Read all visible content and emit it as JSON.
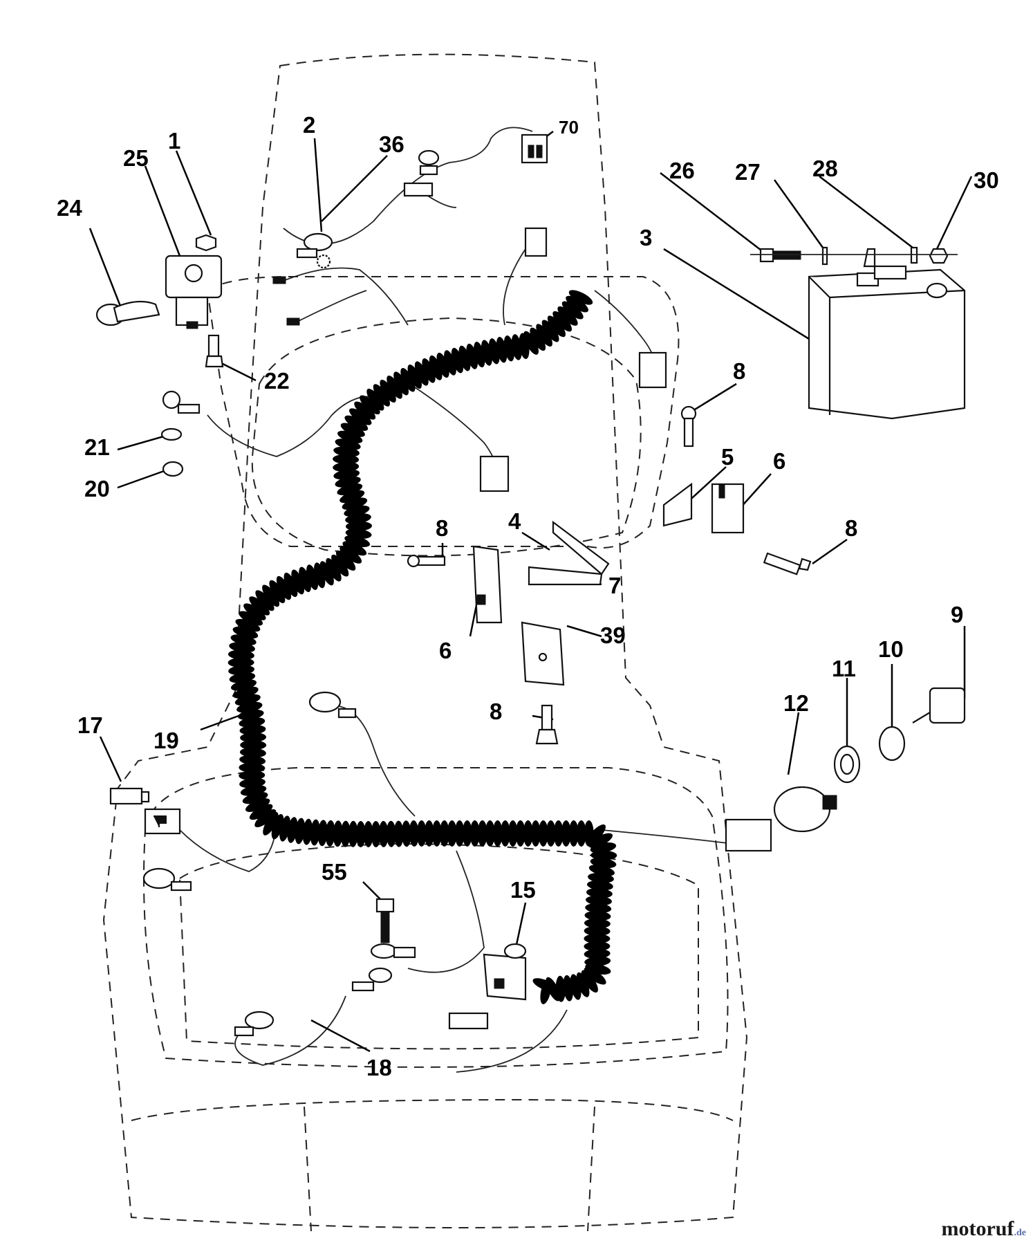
{
  "diagram": {
    "callouts": {
      "c1": "1",
      "c2": "2",
      "c3": "3",
      "c4": "4",
      "c5": "5",
      "c6a": "6",
      "c6b": "6",
      "c7": "7",
      "c8a": "8",
      "c8b": "8",
      "c8c": "8",
      "c8d": "8",
      "c9": "9",
      "c10": "10",
      "c11": "11",
      "c12": "12",
      "c15": "15",
      "c17": "17",
      "c18": "18",
      "c19": "19",
      "c20": "20",
      "c21": "21",
      "c22": "22",
      "c24": "24",
      "c25": "25",
      "c26": "26",
      "c27": "27",
      "c28": "28",
      "c30": "30",
      "c36": "36",
      "c39": "39",
      "c55": "55",
      "c70": "70"
    }
  },
  "watermark": {
    "brand": "motoruf",
    "suffix": ".de",
    "brand_color": "#1a1a1a",
    "suffix_color": "#5b6fa8"
  }
}
